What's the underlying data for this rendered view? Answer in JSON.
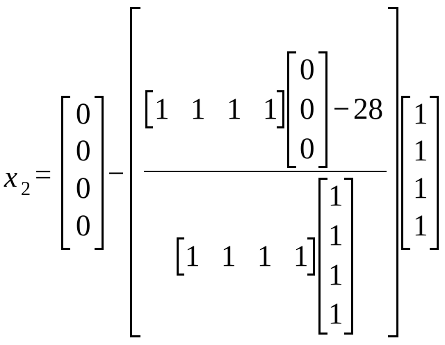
{
  "equation": {
    "lhs_variable": "x",
    "lhs_subscript": "2",
    "equals": "=",
    "minus": "−",
    "x1_vector": [
      "0",
      "0",
      "0",
      "0"
    ],
    "numerator": {
      "row_vector": [
        "1",
        "1",
        "1",
        "1"
      ],
      "column_vector": [
        "0",
        "0",
        "0"
      ],
      "minus": "−",
      "constant": "28"
    },
    "denominator": {
      "row_vector": [
        "1",
        "1",
        "1",
        "1"
      ],
      "column_vector": [
        "1",
        "1",
        "1",
        "1"
      ]
    },
    "direction_vector": [
      "1",
      "1",
      "1",
      "1"
    ]
  }
}
